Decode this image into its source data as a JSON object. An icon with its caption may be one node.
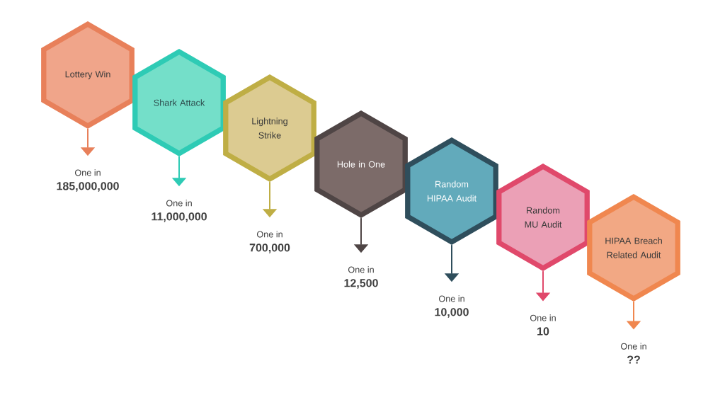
{
  "diagram": {
    "nodes": [
      {
        "text": [
          "Lottery Win"
        ]
      },
      {
        "text": [
          "One in",
          "185,000,000"
        ]
      },
      {
        "text": [
          "Shark Attack"
        ]
      },
      {
        "text": [
          "One in",
          "11,000,000"
        ]
      },
      {
        "text": [
          "Lightning Strike"
        ]
      },
      {
        "text": [
          "One in",
          "700,000"
        ]
      },
      {
        "text": [
          "Hole in One"
        ]
      },
      {
        "text": [
          "One in",
          "12,500"
        ]
      },
      {
        "text": [
          "Random HIPAA Audit"
        ]
      },
      {
        "text": [
          "One in",
          "10,000"
        ]
      },
      {
        "text": [
          "Random MU Audit"
        ]
      },
      {
        "text": [
          "One in",
          "10"
        ]
      },
      {
        "text": [
          "HIPAA Breach Related Audit"
        ]
      },
      {
        "text": [
          "One in",
          "??"
        ]
      }
    ],
    "edges": [
      {
        "from": 0,
        "to": 1,
        "arrow": "to",
        "color": "#e8805a"
      },
      {
        "from": 2,
        "to": 3,
        "arrow": "to",
        "color": "#2ecbb5"
      },
      {
        "from": 4,
        "to": 5,
        "arrow": "to",
        "color": "#bfae45"
      },
      {
        "from": 6,
        "to": 7,
        "arrow": "to",
        "color": "#4f4545"
      },
      {
        "from": 8,
        "to": 9,
        "arrow": "to",
        "color": "#2f4e5c"
      },
      {
        "from": 10,
        "to": 11,
        "arrow": "to",
        "color": "#e0496b"
      },
      {
        "from": 12,
        "to": 13,
        "arrow": "to",
        "color": "#f0874f"
      }
    ]
  }
}
